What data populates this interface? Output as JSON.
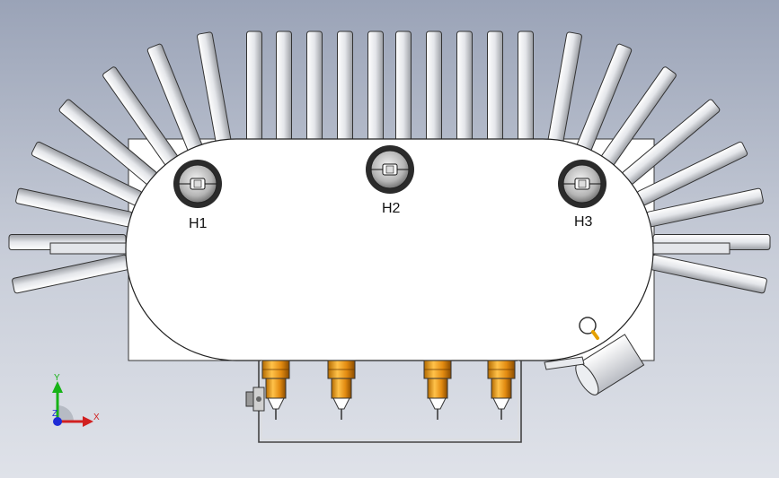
{
  "model_view": {
    "heater_labels": [
      "H1",
      "H2",
      "H3"
    ]
  },
  "triad": {
    "x_label": "X",
    "y_label": "Y",
    "z_label": "Z",
    "x_color": "#d12020",
    "y_color": "#17b317",
    "z_color": "#1e2bd6"
  },
  "icons": {
    "magnifier": "magnifier-icon",
    "triad": "view-orientation-triad-icon"
  },
  "colors": {
    "background_top": "#9aa3b7",
    "background_bottom": "#dfe2e9",
    "connector_brass": "#e09a1e"
  }
}
